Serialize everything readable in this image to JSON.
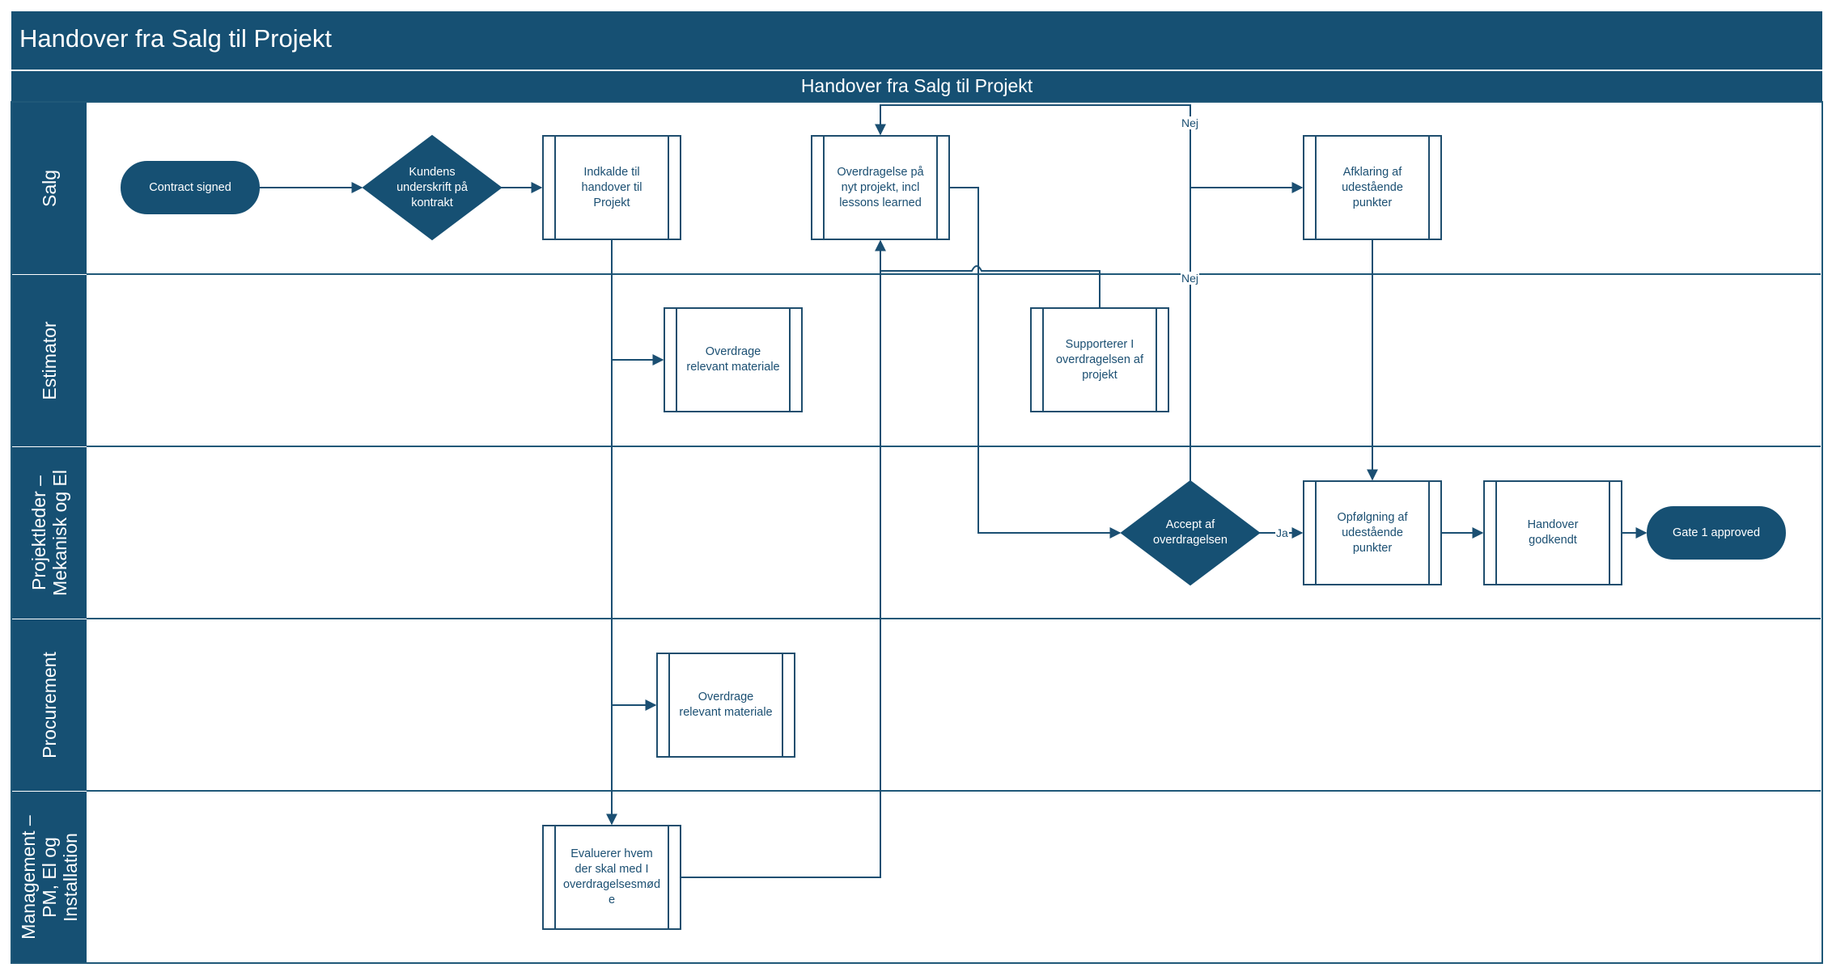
{
  "header": {
    "title": "Handover fra Salg til Projekt",
    "subtitle": "Handover fra Salg til Projekt"
  },
  "lanes": [
    {
      "id": "salg",
      "lines": [
        "Salg"
      ]
    },
    {
      "id": "estimator",
      "lines": [
        "Estimator"
      ]
    },
    {
      "id": "projektleder",
      "lines": [
        "Projektleder –",
        "Mekanisk og El"
      ]
    },
    {
      "id": "procurement",
      "lines": [
        "Procurement"
      ]
    },
    {
      "id": "management",
      "lines": [
        "Management –",
        "PM, El og",
        "Installation"
      ]
    }
  ],
  "nodes": {
    "contract_signed": {
      "type": "terminator",
      "lines": [
        "Contract signed"
      ]
    },
    "kundens_underskrift": {
      "type": "decision",
      "lines": [
        "Kundens",
        "underskrift på",
        "kontrakt"
      ]
    },
    "indkalde": {
      "type": "subprocess",
      "lines": [
        "Indkalde til",
        "handover til",
        "Projekt"
      ]
    },
    "overdragelse_nyt": {
      "type": "subprocess",
      "lines": [
        "Overdragelse på",
        "nyt projekt, incl",
        "lessons learned"
      ]
    },
    "afklaring": {
      "type": "subprocess",
      "lines": [
        "Afklaring af",
        "udestående",
        "punkter"
      ]
    },
    "overdrage_estimator": {
      "type": "subprocess",
      "lines": [
        "Overdrage",
        "relevant materiale"
      ]
    },
    "supporterer": {
      "type": "subprocess",
      "lines": [
        "Supporterer I",
        "overdragelsen af",
        "projekt"
      ]
    },
    "accept": {
      "type": "decision",
      "lines": [
        "Accept af",
        "overdragelsen"
      ]
    },
    "opfolgning": {
      "type": "subprocess",
      "lines": [
        "Opfølgning af",
        "udestående",
        "punkter"
      ]
    },
    "handover_godkendt": {
      "type": "subprocess",
      "lines": [
        "Handover",
        "godkendt"
      ]
    },
    "gate1": {
      "type": "terminator",
      "lines": [
        "Gate 1 approved"
      ]
    },
    "overdrage_procurement": {
      "type": "subprocess",
      "lines": [
        "Overdrage",
        "relevant materiale"
      ]
    },
    "evaluerer": {
      "type": "subprocess",
      "lines": [
        "Evaluerer hvem",
        "der skal med I",
        "overdragelsesmød",
        "e"
      ]
    }
  },
  "edge_labels": {
    "nej_top": "Nej",
    "nej_mid": "Nej",
    "ja": "Ja"
  },
  "colors": {
    "brand": "#165073",
    "line": "#1b4f72",
    "box_border": "#1f4e6e",
    "lane_line": "#1f5878"
  }
}
